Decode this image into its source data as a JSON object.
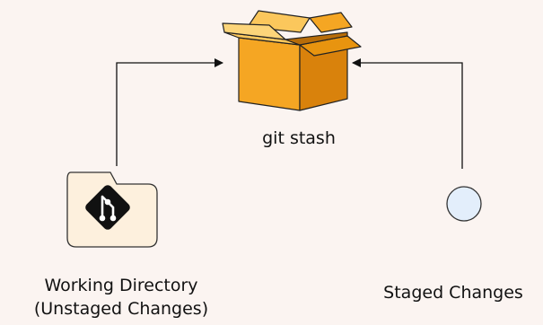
{
  "nodes": {
    "stash": {
      "label": "git stash",
      "icon": "cardboard-box-icon"
    },
    "working": {
      "label_line1": "Working Directory",
      "label_line2": "(Unstaged Changes)",
      "icon": "git-folder-icon"
    },
    "staged": {
      "label": "Staged Changes",
      "icon": "circle-icon"
    }
  },
  "edges": [
    {
      "from": "working",
      "to": "stash"
    },
    {
      "from": "staged",
      "to": "stash"
    }
  ],
  "colors": {
    "background": "#fbf4f1",
    "box_light": "#fbc75c",
    "box_mid": "#f5a623",
    "box_dark": "#d9820c",
    "folder_fill": "#fdf0dd",
    "git_diamond": "#111111",
    "circle_fill": "#e3eefb",
    "line": "#111111"
  }
}
